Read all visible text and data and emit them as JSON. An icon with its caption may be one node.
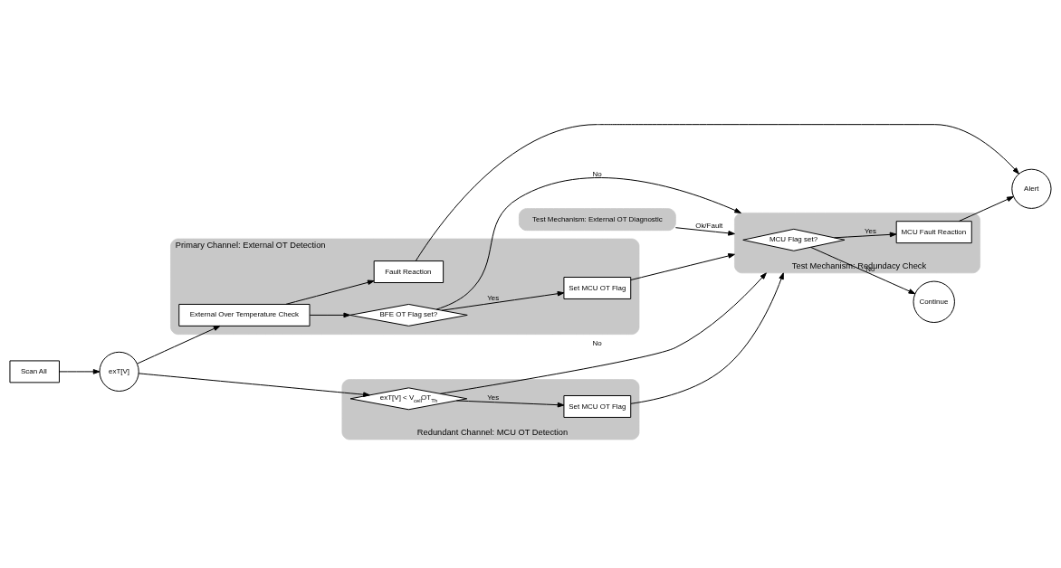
{
  "diagram": {
    "nodes": [
      {
        "text": [
          "Scan All"
        ]
      },
      {
        "text": [
          "exT[V]"
        ]
      },
      {
        "text": [
          "Primary Channel: External OT Detection"
        ]
      },
      {
        "text": [
          "External Over Temperature Check"
        ],
        "in": 2
      },
      {
        "text": [
          "BFE OT Flag set?"
        ],
        "in": 2
      },
      {
        "text": [
          "Set MCU OT Flag"
        ],
        "in": 2
      },
      {
        "text": [
          "Fault Reaction"
        ],
        "in": 2
      },
      {
        "text": [
          "Test Mechanism: External OT Diagnostic"
        ]
      },
      {
        "text": [
          "Test Mechanism: Redundacy Check"
        ]
      },
      {
        "text": [
          "MCU Flag set?"
        ],
        "in": 8
      },
      {
        "text": [
          "MCU Fault Reaction"
        ],
        "in": 8
      },
      {
        "text": [
          "Alert"
        ]
      },
      {
        "text": [
          "Continue"
        ]
      },
      {
        "text": [
          "Redundant Channel: MCU OT Detection"
        ]
      },
      {
        "text": [
          "exT[V] < V$_{cell}$OT$_{Th}$"
        ],
        "in": 13
      },
      {
        "text": [
          "Set MCU OT Flag"
        ],
        "in": 13
      }
    ],
    "edges": [
      {
        "from": 0,
        "to": 1,
        "arrow": "to"
      },
      {
        "from": 1,
        "to": 3,
        "arrow": "to"
      },
      {
        "from": 3,
        "to": 4,
        "arrow": "to"
      },
      {
        "from": 4,
        "to": 5,
        "arrow": "to",
        "label": "Yes"
      },
      {
        "from": 4,
        "to": 8,
        "arrow": "to",
        "label": "No"
      },
      {
        "from": 5,
        "to": 8,
        "arrow": "to"
      },
      {
        "from": 3,
        "to": 6,
        "arrow": "to"
      },
      {
        "from": 6,
        "to": 11,
        "arrow": "to"
      },
      {
        "from": 7,
        "to": 8,
        "arrow": "to",
        "label": "Ok/Fault"
      },
      {
        "from": 9,
        "to": 10,
        "arrow": "to",
        "label": "Yes"
      },
      {
        "from": 10,
        "to": 11,
        "arrow": "to"
      },
      {
        "from": 9,
        "to": 12,
        "arrow": "to",
        "label": "No"
      },
      {
        "from": 1,
        "to": 14,
        "arrow": "to"
      },
      {
        "from": 14,
        "to": 15,
        "arrow": "to",
        "label": "Yes"
      },
      {
        "from": 15,
        "to": 8,
        "arrow": "to"
      },
      {
        "from": 14,
        "to": 8,
        "arrow": "to",
        "label": "No"
      }
    ]
  }
}
